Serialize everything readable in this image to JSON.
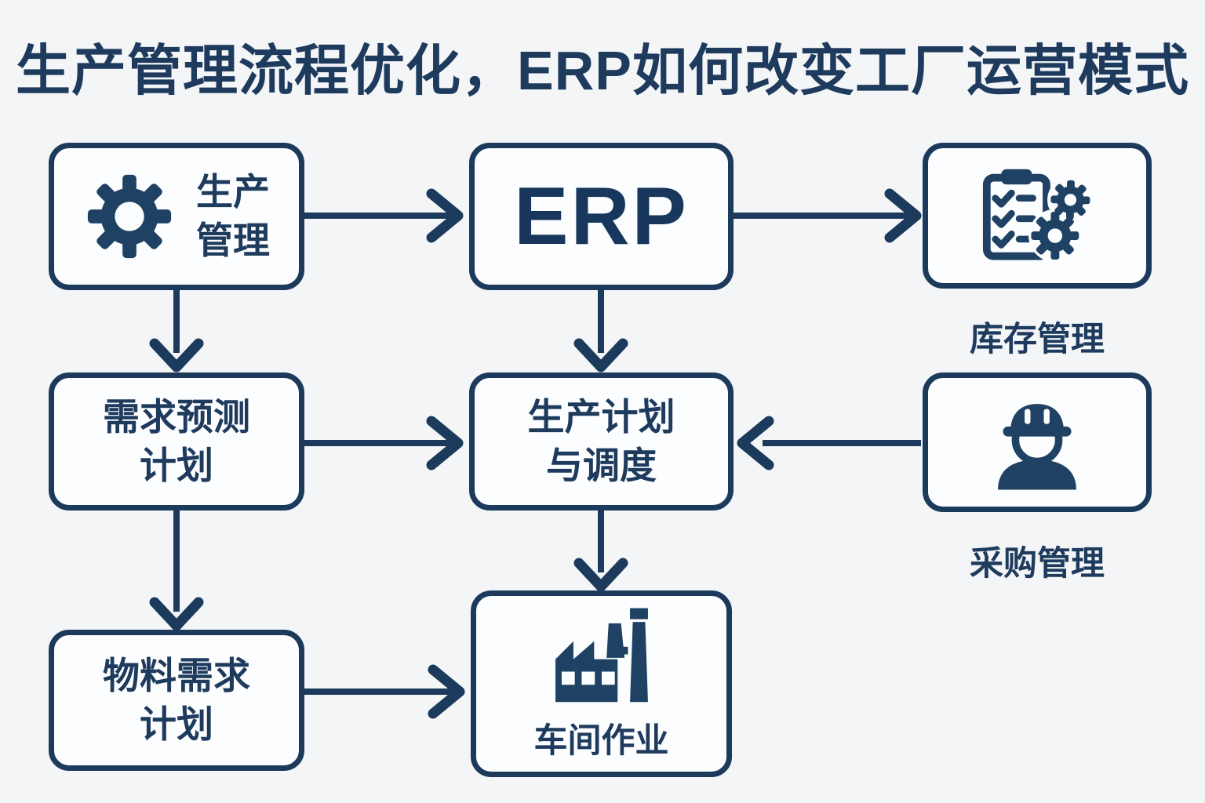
{
  "title": "生产管理流程优化，ERP如何改变工厂运营模式",
  "colors": {
    "accent_navy": "#1b3a5c",
    "icon_navy": "#1f4264",
    "text_navy": "#1e3b5e",
    "background": "#f4f5f7",
    "box_fill": "#fcfdfe"
  },
  "nodes": {
    "production_mgmt": {
      "line1": "生产",
      "line2": "管理",
      "icon": "gear-icon"
    },
    "erp": {
      "label": "ERP"
    },
    "inventory": {
      "caption": "库存管理",
      "icon": "clipboard-checklist-gears-icon"
    },
    "demand_forecast": {
      "line1": "需求预测",
      "line2": "计划"
    },
    "production_planning": {
      "line1": "生产计划",
      "line2": "与调度"
    },
    "procurement": {
      "caption": "采购管理",
      "icon": "worker-hardhat-icon"
    },
    "material_requirements": {
      "line1": "物料需求",
      "line2": "计划"
    },
    "shopfloor": {
      "label": "车间作业",
      "icon": "factory-icon"
    }
  },
  "arrows": [
    "production-to-erp",
    "erp-to-inventory",
    "production-to-forecast",
    "erp-to-planning",
    "forecast-to-planning",
    "procurement-to-planning",
    "forecast-to-material",
    "planning-to-shopfloor",
    "material-to-shopfloor"
  ]
}
